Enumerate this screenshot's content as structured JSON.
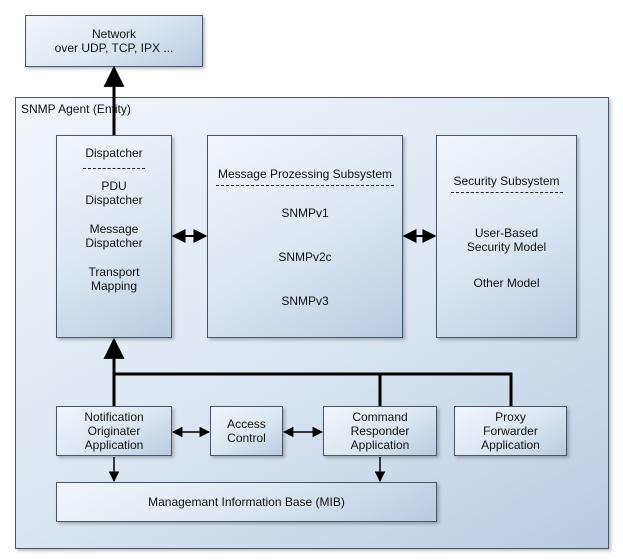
{
  "network": {
    "line1": "Network",
    "line2": "over UDP, TCP, IPX ..."
  },
  "agent": {
    "title": "SNMP Agent (Entity)"
  },
  "dispatcher": {
    "title": "Dispatcher",
    "pdu1": "PDU",
    "pdu2": "Dispatcher",
    "msg1": "Message",
    "msg2": "Dispatcher",
    "tr1": "Transport",
    "tr2": "Mapping"
  },
  "mps": {
    "title": "Message Prozessing Subsystem",
    "v1": "SNMPv1",
    "v2c": "SNMPv2c",
    "v3": "SNMPv3"
  },
  "security": {
    "title": "Security Subsystem",
    "usm1": "User-Based",
    "usm2": "Security Model",
    "other": "Other Model"
  },
  "notification": {
    "l1": "Notification",
    "l2": "Originater",
    "l3": "Application"
  },
  "access": {
    "l1": "Access",
    "l2": "Control"
  },
  "command": {
    "l1": "Command",
    "l2": "Responder",
    "l3": "Application"
  },
  "proxy": {
    "l1": "Proxy",
    "l2": "Forwarder",
    "l3": "Application"
  },
  "mib": {
    "label": "Managemant Information Base (MIB)"
  }
}
